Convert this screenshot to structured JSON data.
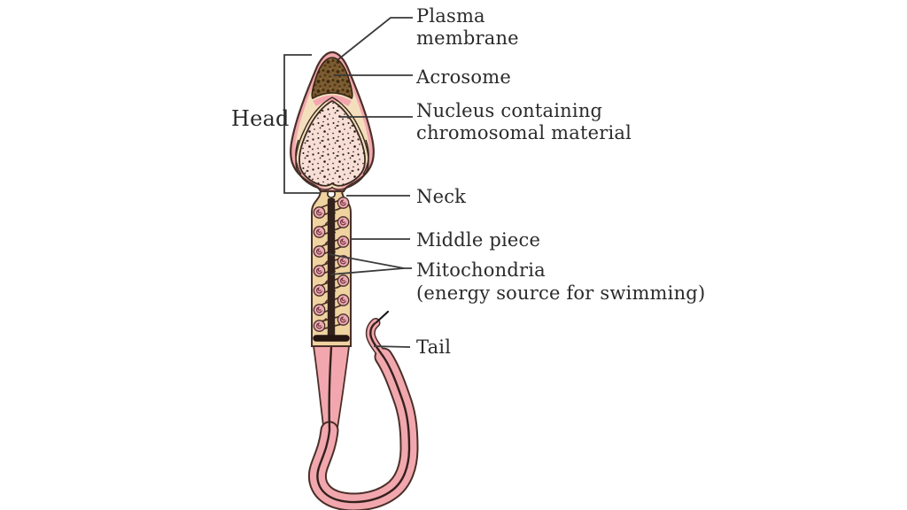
{
  "labels": {
    "head": "Head",
    "plasma_membrane_l1": "Plasma",
    "plasma_membrane_l2": "membrane",
    "acrosome": "Acrosome",
    "nucleus_l1": "Nucleus containing",
    "nucleus_l2": "chromosomal material",
    "neck": "Neck",
    "middle_piece": "Middle piece",
    "mitochondria_l1": "Mitochondria",
    "mitochondria_l2": "(energy source for swimming)",
    "tail": "Tail"
  },
  "colors": {
    "background": "#FFFFFF",
    "membrane_pink": "#F2A7AE",
    "cytoplasm_cream": "#F4DFBC",
    "middle_piece_tan": "#EFD3A0",
    "acrosome_brown": "#7C5C32",
    "nucleus_fill": "#F8DFD6",
    "outline_dark": "#4A2F28",
    "mitochondrion_pink": "#EBA9B3",
    "mitochondrion_spiral": "#6B2F38",
    "axial_filament_dark": "#33211C",
    "leader_line": "#3A3A3A",
    "text": "#2B2B2B"
  }
}
